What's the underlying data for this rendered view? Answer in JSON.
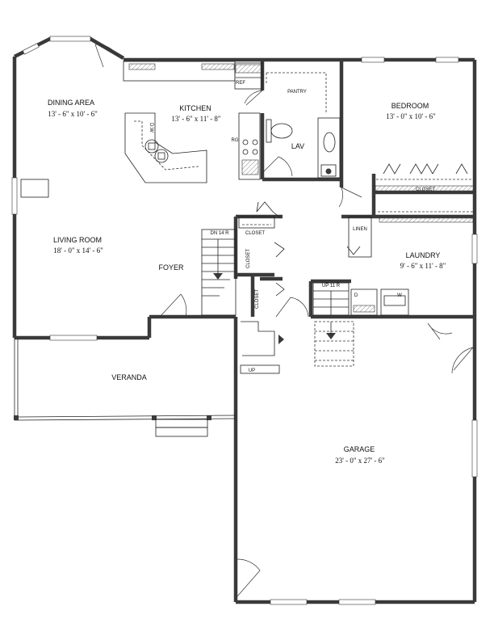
{
  "rooms": {
    "dining": {
      "name": "DINING AREA",
      "dim": "13' - 6\" x 10' - 6\""
    },
    "kitchen": {
      "name": "KITCHEN",
      "dim": "13' - 6\" x 11' - 8\""
    },
    "bedroom": {
      "name": "BEDROOM",
      "dim": "13' - 0\" x 10' - 6\""
    },
    "living": {
      "name": "LIVING ROOM",
      "dim": "18' - 0\" x 14' - 6\""
    },
    "laundry": {
      "name": "LAUNDRY",
      "dim": "9' - 6\" x 11' - 8\""
    },
    "garage": {
      "name": "GARAGE",
      "dim": "23' - 0\" x 27' - 6\""
    },
    "foyer": {
      "name": "FOYER"
    },
    "veranda": {
      "name": "VERANDA"
    },
    "lav": {
      "name": "LAV"
    },
    "pantry": {
      "name": "PANTRY"
    }
  },
  "fixtures": {
    "ref": "REF",
    "dw": "D.W",
    "rg": "RG",
    "closet": "CLOSET",
    "linen": "LINEN",
    "dryer": "D",
    "washer": "W"
  },
  "stairs": {
    "down": "DN 14 R",
    "up": "UP 11 R",
    "up_short": "UP"
  }
}
